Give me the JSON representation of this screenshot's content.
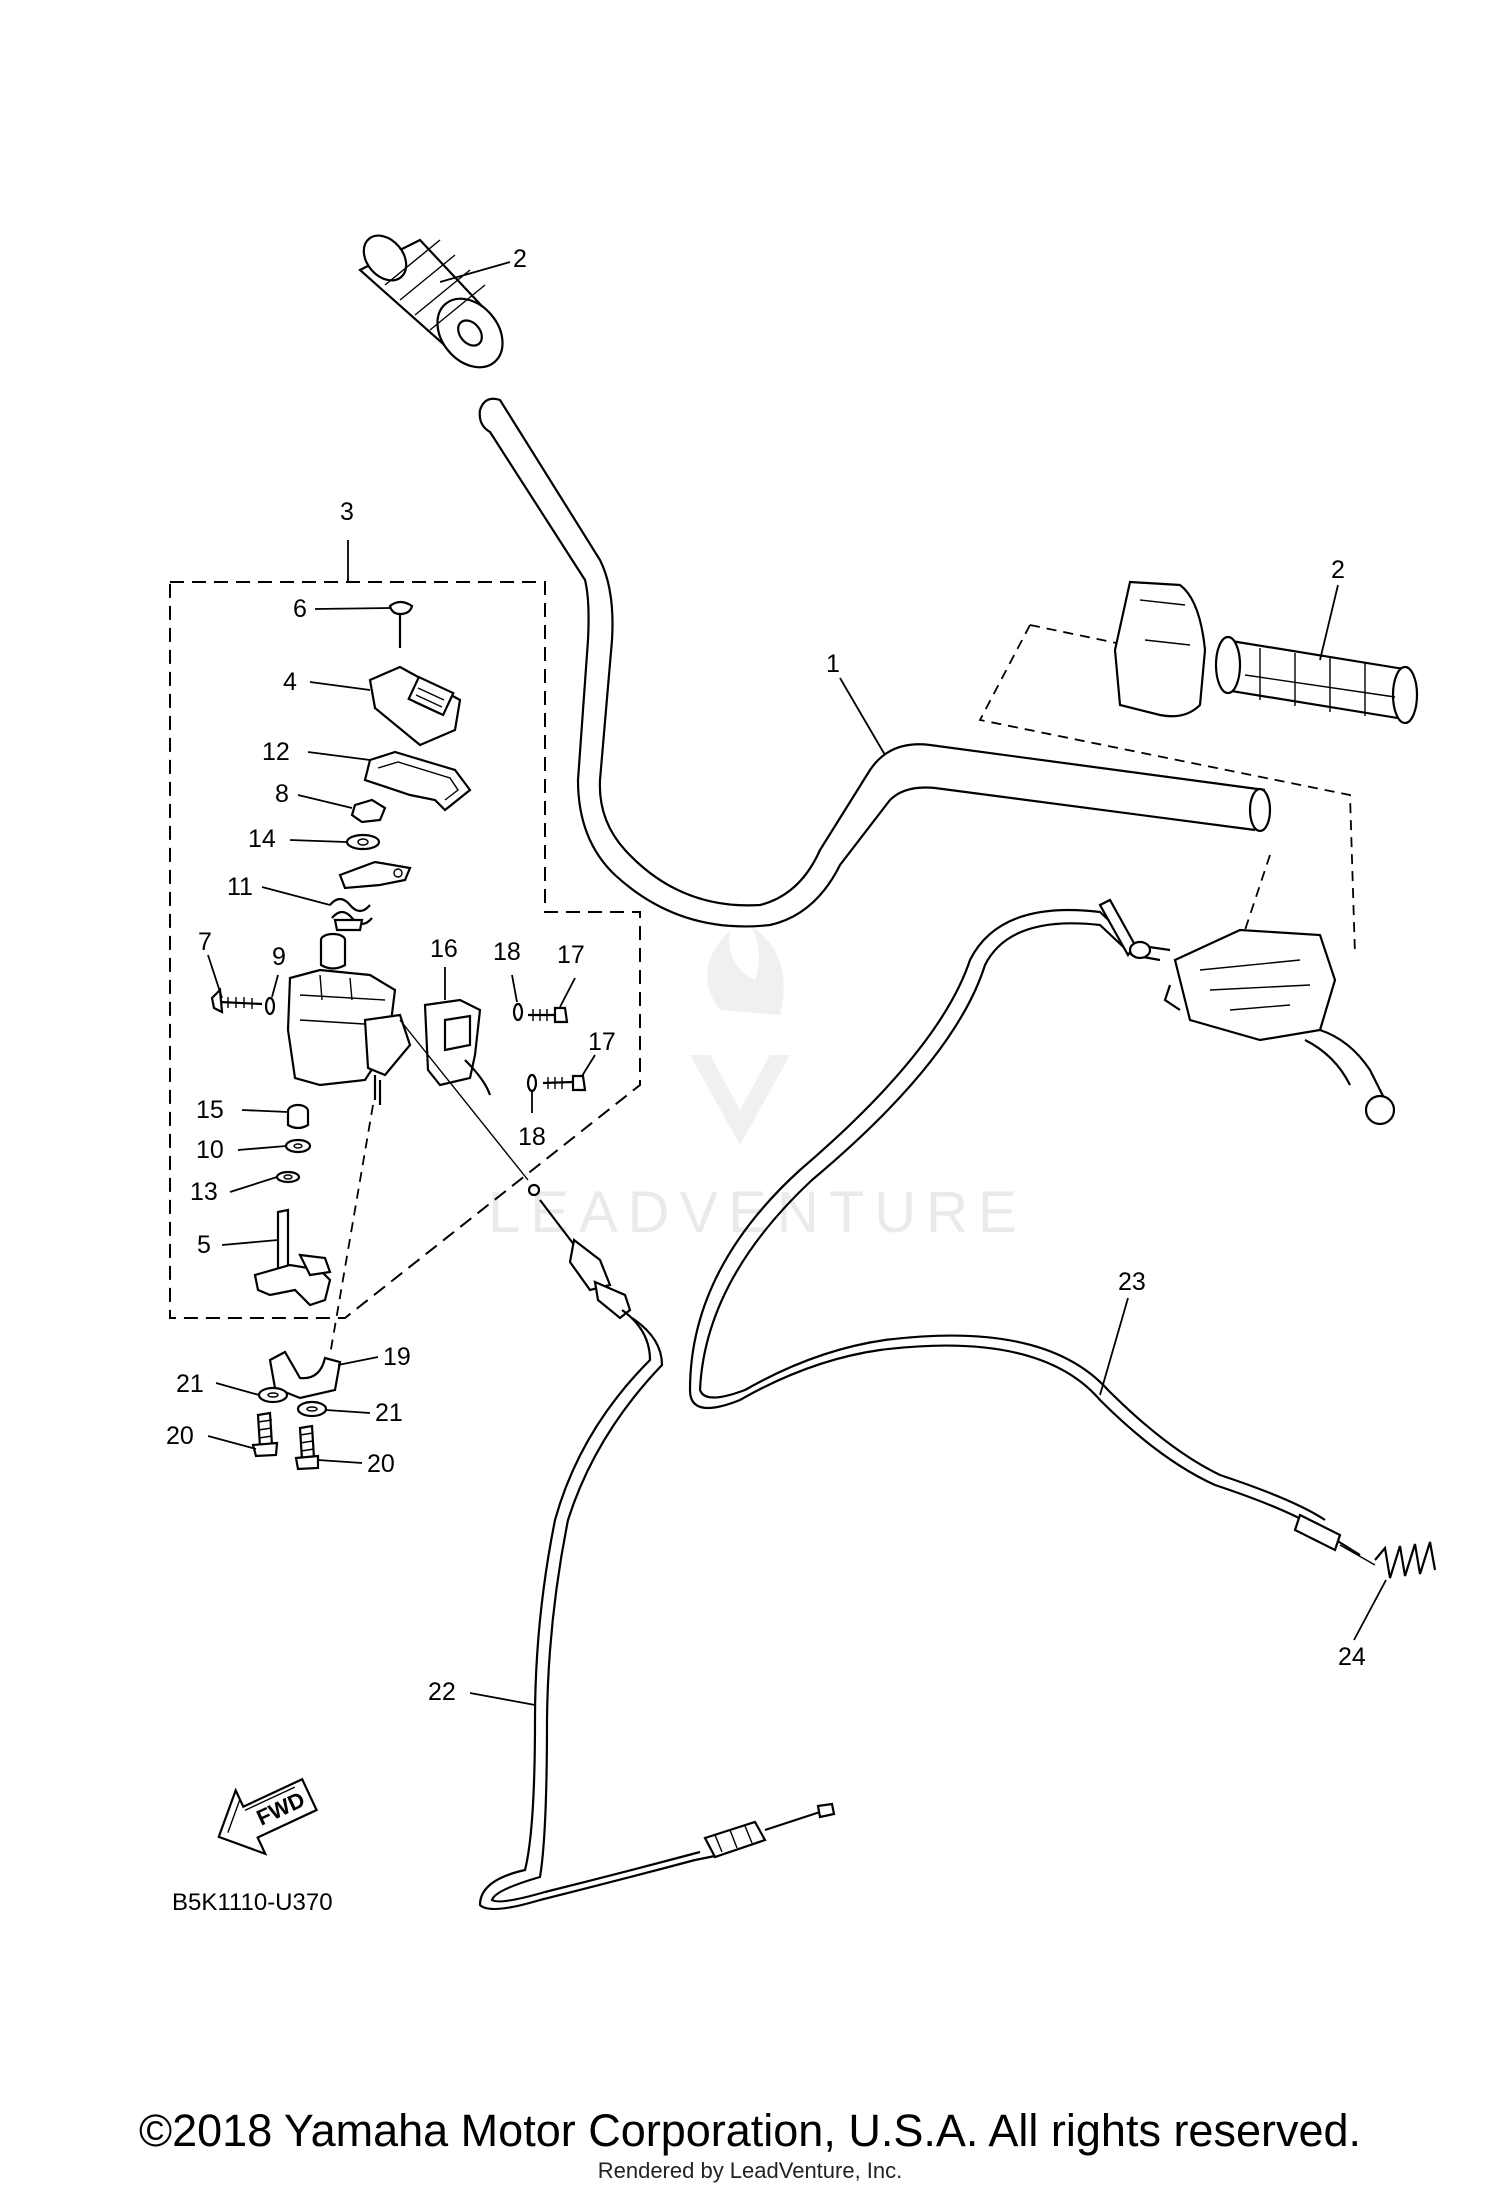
{
  "diagram": {
    "code": "B5K1110-U370",
    "fwd_label": "FWD",
    "watermark": "LEADVENTURE",
    "callouts": [
      "1",
      "2",
      "2",
      "3",
      "4",
      "5",
      "6",
      "7",
      "8",
      "9",
      "10",
      "11",
      "12",
      "13",
      "14",
      "15",
      "16",
      "17",
      "17",
      "18",
      "18",
      "19",
      "20",
      "20",
      "21",
      "21",
      "22",
      "23",
      "24"
    ]
  },
  "footer": {
    "copyright": "©2018 Yamaha Motor Corporation, U.S.A. All rights reserved.",
    "rendered_by": "Rendered by LeadVenture, Inc."
  }
}
